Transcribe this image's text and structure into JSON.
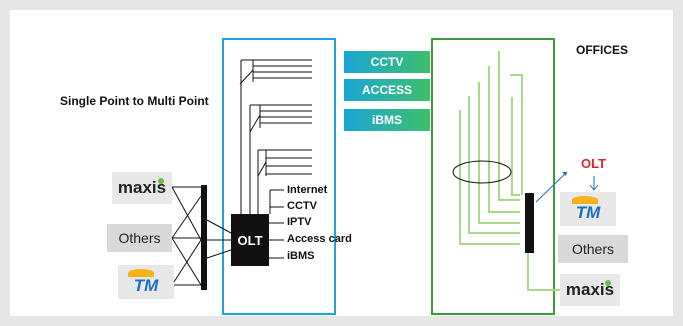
{
  "title": "Single Point to Multi Point",
  "offices_label": "OFFICES",
  "olt_left_label": "OLT",
  "olt_right_label": "OLT",
  "banners": [
    "CCTV",
    "ACCESS",
    "iBMS"
  ],
  "services": [
    "Internet",
    "CCTV",
    "IPTV",
    "Access card",
    "iBMS"
  ],
  "left_providers": {
    "maxis": "maxis",
    "others": "Others",
    "tm": "TM"
  },
  "right_providers": {
    "tm": "TM",
    "others": "Others",
    "maxis": "maxis"
  },
  "colors": {
    "blue_box": "#1fa6d9",
    "green_box": "#3f9b3a",
    "green_lines": "#a6d98a",
    "olt_red": "#e0262b",
    "tm_blue": "#1c6fc0",
    "tm_yellow": "#f5b21a",
    "maxis_green": "#6cbe45"
  }
}
